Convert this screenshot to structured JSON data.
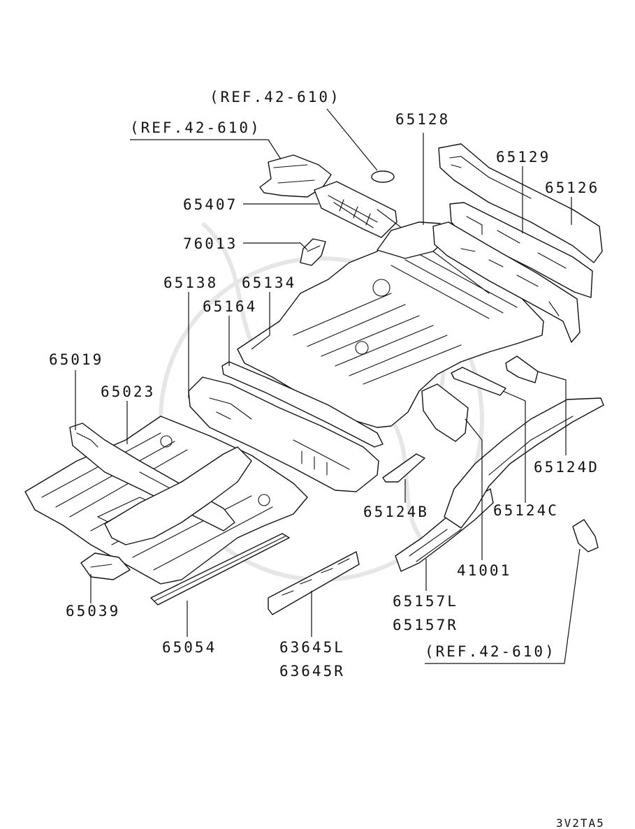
{
  "diagram": {
    "title": "",
    "code": "3V2TA5",
    "callouts": {
      "ref_top": "(REF.42-610)",
      "ref_left": "(REF.42-610)",
      "ref_bottom": "(REF.42-610)",
      "p65128": "65128",
      "p65129": "65129",
      "p65126": "65126",
      "p65407": "65407",
      "p76013": "76013",
      "p65138": "65138",
      "p65134": "65134",
      "p65164": "65164",
      "p65019": "65019",
      "p65023": "65023",
      "p65124D": "65124D",
      "p65124B": "65124B",
      "p65124C": "65124C",
      "p41001": "41001",
      "p65039": "65039",
      "p65054": "65054",
      "p63645L": "63645L",
      "p63645R": "63645R",
      "p65157L": "65157L",
      "p65157R": "65157R"
    }
  }
}
